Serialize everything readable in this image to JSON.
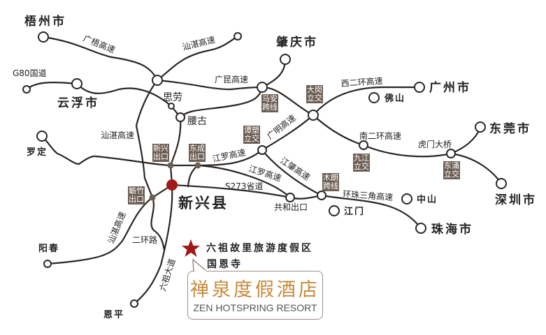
{
  "cities": {
    "wuzhou": "梧州市",
    "yunfu": "云浮市",
    "zhaoqing": "肇庆市",
    "guangzhou": "广州市",
    "dongguan": "东莞市",
    "shenzhen": "深圳市",
    "zhuhai": "珠海市",
    "xinxing": "新兴县"
  },
  "towns": {
    "luoding": "罗定",
    "foshan": "佛山",
    "zhongshan": "中山",
    "jiangmen": "江门",
    "yangchun": "阳春",
    "enping": "恩平",
    "silao": "思劳",
    "yaogu": "腰古",
    "gonghe": "共和出口",
    "humen": "虎门大桥"
  },
  "roads": {
    "guangwu": "广梧高速",
    "shanzhan1": "汕湛高速",
    "g80": "G80国道",
    "guangkun": "广昆高速",
    "shanzhan2": "汕湛高速",
    "xierhuan": "西二环高速",
    "nanerhuan": "南二环高速",
    "guangming": "广明高速",
    "jiangluo1": "江罗高速",
    "jiangluo2": "江罗高速",
    "jiangzhao": "江肇高速",
    "s273": "S273省道",
    "huanzhu": "环珠三角高速",
    "shanzhan3": "汕湛高速",
    "erhuan": "二环路",
    "liuzu": "六祖大道"
  },
  "boxes": {
    "maan": [
      "马安",
      "跨线"
    ],
    "dagang": [
      "大岗",
      "立交"
    ],
    "tansu": [
      "谭塑",
      "立交"
    ],
    "xinxing": [
      "新兴",
      "出口"
    ],
    "dongcheng": [
      "东成",
      "出口"
    ],
    "lezhu": [
      "簕竹",
      "出口"
    ],
    "jiujiang": [
      "九江",
      "立交"
    ],
    "dongchong": [
      "东涌",
      "立交"
    ],
    "mulang": [
      "木朗",
      "跨线"
    ]
  },
  "poi": {
    "line1": "六祖故里旅游度假区",
    "line2": "国恩寺"
  },
  "resort": {
    "name_cn": "禅泉度假酒店",
    "name_en": "ZEN HOTSPRING RESORT"
  },
  "colors": {
    "road": "#2a2522",
    "exit": "#6e5f55",
    "county": "#a01818",
    "resort_gold": "#c78a3a"
  }
}
